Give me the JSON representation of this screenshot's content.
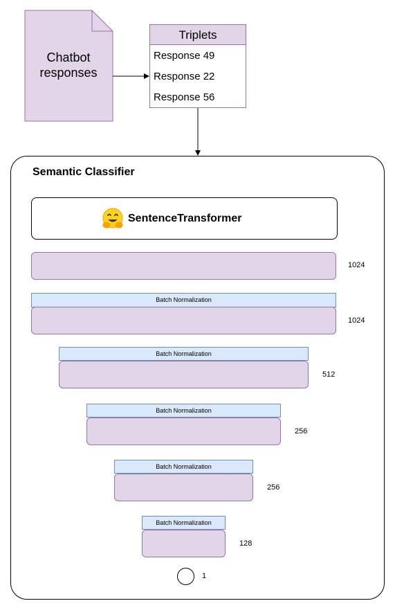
{
  "source": {
    "label_line1": "Chatbot",
    "label_line2": "responses"
  },
  "triplets": {
    "title": "Triplets",
    "items": [
      "Response 49",
      "Response 22",
      "Response 56"
    ]
  },
  "classifier": {
    "title": "Semantic Classifier",
    "encoder": {
      "icon": "hugging-face-emoji",
      "label": "SentenceTransformer"
    },
    "layers": [
      {
        "size": "1024",
        "batch_norm": ""
      },
      {
        "size": "1024",
        "batch_norm": "Batch Normalization"
      },
      {
        "size": "512",
        "batch_norm": "Batch Normalization"
      },
      {
        "size": "256",
        "batch_norm": "Batch Normalization"
      },
      {
        "size": "256",
        "batch_norm": "Batch Normalization"
      },
      {
        "size": "128",
        "batch_norm": "Batch Normalization"
      }
    ],
    "output": {
      "size": "1"
    }
  },
  "colors": {
    "layer_fill": "#e1d5e7",
    "layer_stroke": "#9673a6",
    "batch_norm_fill": "#dae8fc",
    "batch_norm_stroke": "#6c8ebf"
  }
}
